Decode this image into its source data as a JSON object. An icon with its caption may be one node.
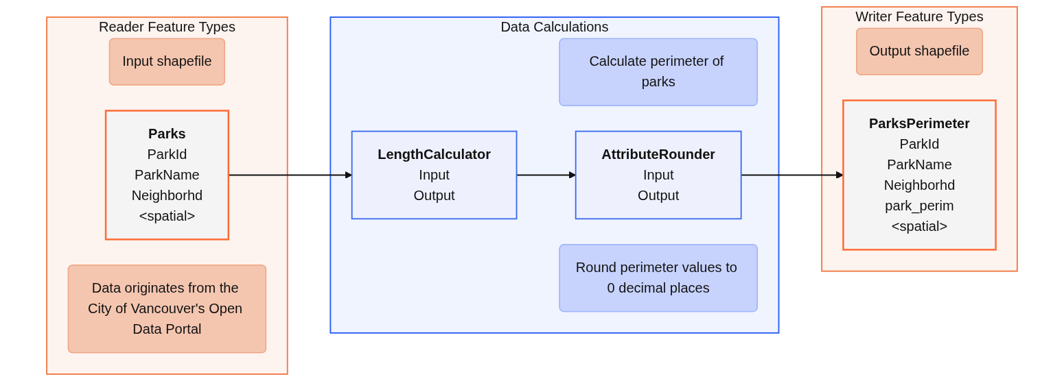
{
  "diagram": {
    "nodes": [
      {
        "text": [
          "Reader Feature Types"
        ]
      },
      {
        "text": [
          "Input shapefile"
        ],
        "in": 0
      },
      {
        "text": [
          "Parks",
          "ParkId",
          "ParkName",
          "Neighborhd",
          "<spatial>"
        ],
        "in": 0
      },
      {
        "text": [
          "Data originates from the City of Vancouver's Open Data Portal"
        ],
        "in": 0
      },
      {
        "text": [
          "Data Calculations"
        ]
      },
      {
        "text": [
          "LengthCalculator",
          "Input",
          "Output"
        ],
        "in": 4
      },
      {
        "text": [
          "Calculate perimeter of parks"
        ],
        "in": 4
      },
      {
        "text": [
          "AttributeRounder",
          "Input",
          "Output"
        ],
        "in": 4
      },
      {
        "text": [
          "Round perimeter values to 0 decimal places"
        ],
        "in": 4
      },
      {
        "text": [
          "Writer Feature Types"
        ]
      },
      {
        "text": [
          "Output shapefile"
        ],
        "in": 9
      },
      {
        "text": [
          "ParksPerimeter",
          "ParkId",
          "ParkName",
          "Neighborhd",
          "park_perim",
          "<spatial>"
        ],
        "in": 9
      }
    ],
    "edges": [
      {
        "from": 2,
        "to": 5,
        "arrow": "to"
      },
      {
        "from": 5,
        "to": 7,
        "arrow": "to"
      },
      {
        "from": 7,
        "to": 11,
        "arrow": "to"
      }
    ]
  }
}
